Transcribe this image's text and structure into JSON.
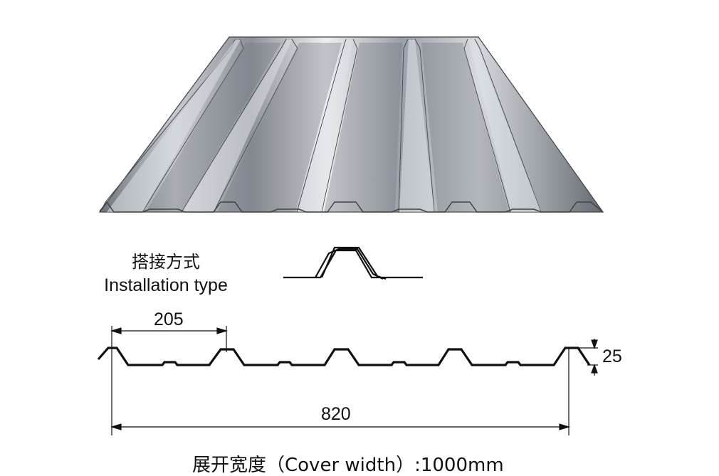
{
  "install": {
    "title_cn": "搭接方式",
    "title_en": "Installation type"
  },
  "dimensions": {
    "rib_spacing": "205",
    "rib_height": "25",
    "effective_width": "820"
  },
  "footer": {
    "text": "展开宽度（Cover width）:1000mm"
  },
  "colors": {
    "line": "#111111",
    "metal_light": "#e9ecef",
    "metal_mid": "#a7adb4",
    "metal_dark": "#5b6169"
  },
  "image": {
    "description": "Render of a trapezoidal galvanized steel roof sheet"
  }
}
